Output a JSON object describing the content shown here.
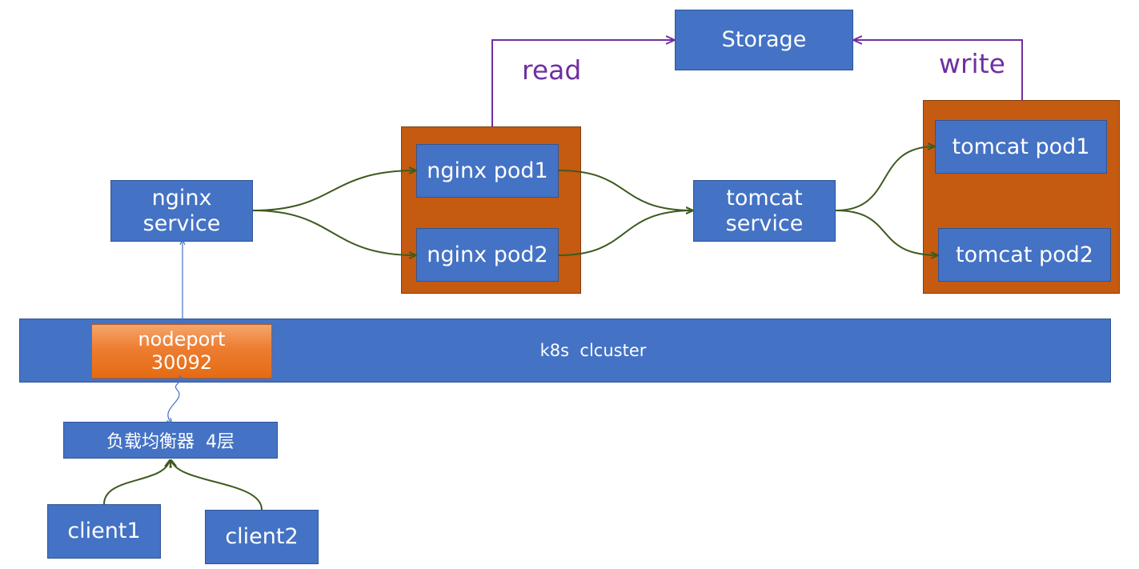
{
  "nodes": {
    "storage": "Storage",
    "nginx_service": [
      "nginx",
      "service"
    ],
    "nginx_pod1": "nginx pod1",
    "nginx_pod2": "nginx pod2",
    "tomcat_service": [
      "tomcat",
      "service"
    ],
    "tomcat_pod1": "tomcat pod1",
    "tomcat_pod2": "tomcat pod2",
    "cluster": "k8s  clcuster",
    "nodeport": [
      "nodeport",
      "30092"
    ],
    "load_balancer": "负载均衡器  4层",
    "client1": "client1",
    "client2": "client2"
  },
  "edge_labels": {
    "read": "read",
    "write": "write"
  },
  "colors": {
    "node_fill": "#4472c4",
    "pod_group_fill": "#c55a11",
    "nodeport_fill": "#ed7d31",
    "flow_arrow": "#3d5a1e",
    "storage_arrow": "#7030a0",
    "link_arrow": "#4472c4"
  }
}
